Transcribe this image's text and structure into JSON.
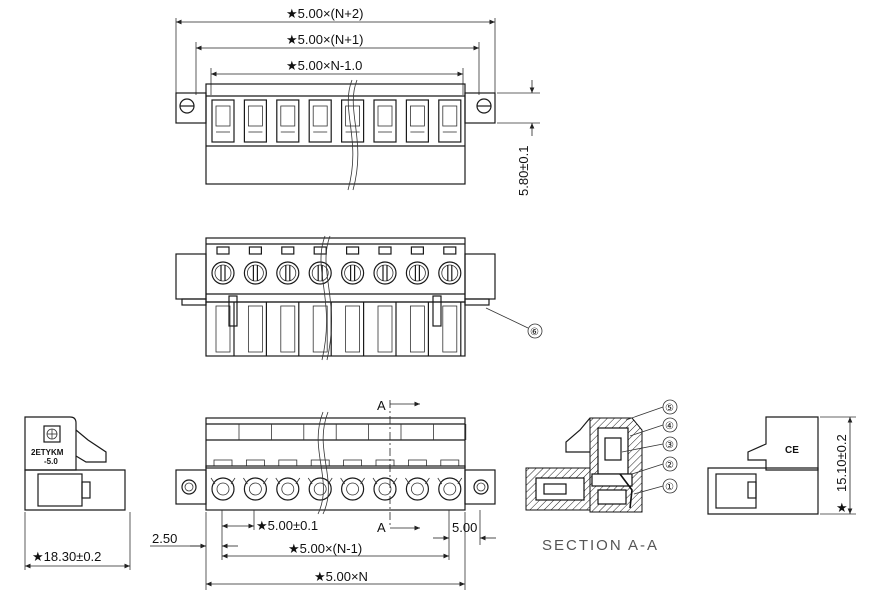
{
  "dimensions": {
    "width_n_plus_2": "★5.00×(N+2)",
    "width_n_plus_1": "★5.00×(N+1)",
    "width_n_minus_1_0": "★5.00×N-1.0",
    "height_5_80": "5.80±0.1",
    "pitch": "★5.00±0.1",
    "pitch_n_minus_1": "★5.00×(N-1)",
    "total_n": "★5.00×N",
    "offset_2_50": "2.50",
    "edge_5_00": "5.00",
    "depth_18_30": "★18.30±0.2",
    "height_15_10": "15.10±0.2",
    "star": "★"
  },
  "section": {
    "label_a": "A",
    "title": "SECTION A-A"
  },
  "callouts": [
    "⑤",
    "④",
    "③",
    "②",
    "①",
    "⑥"
  ],
  "marking": {
    "model_line1": "2ETYKM",
    "model_line2": "-5.0",
    "ce": "CE"
  }
}
